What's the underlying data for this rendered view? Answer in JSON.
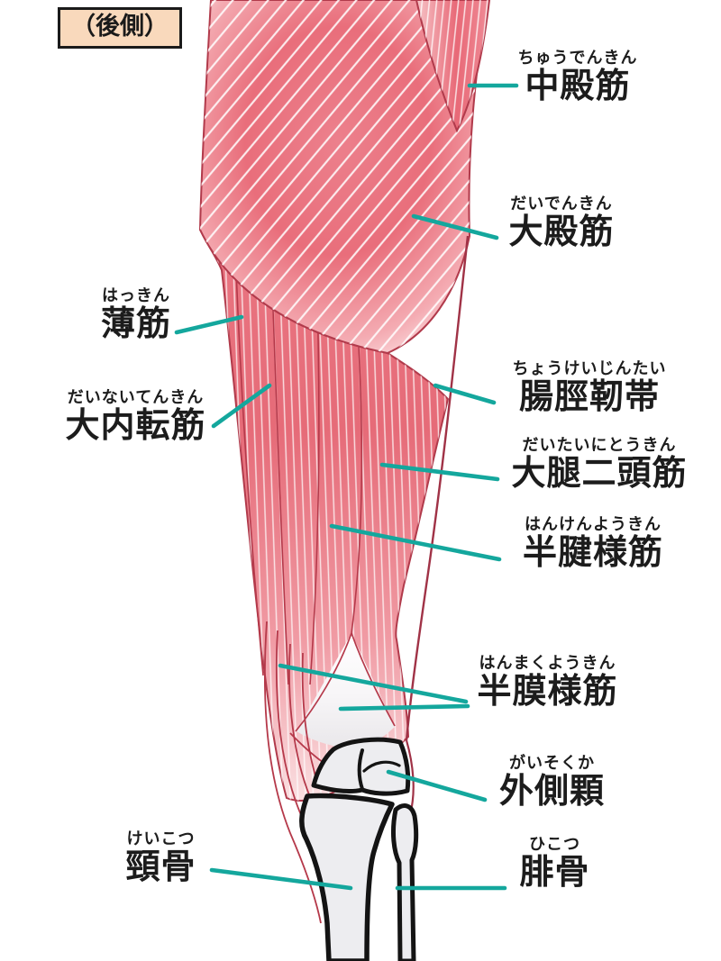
{
  "figure": {
    "title_tag": "（後側）",
    "view": "posterior-leg-muscle-diagram"
  },
  "colors": {
    "pointer_line": "#14a79d",
    "muscle_outline": "#b13a4b",
    "muscle_mid": "#e96e7b",
    "muscle_light": "#f6b6bc",
    "bone_fill": "#ededf0",
    "bone_outline": "#141414",
    "tag_bg": "#f9d9bc",
    "text": "#1c1c1c"
  },
  "labels": [
    {
      "id": "gluteus-medius",
      "furigana": "ちゅうでんきん",
      "kanji": "中殿筋"
    },
    {
      "id": "gluteus-maximus",
      "furigana": "だいでんきん",
      "kanji": "大殿筋"
    },
    {
      "id": "gracilis",
      "furigana": "はっきん",
      "kanji": "薄筋"
    },
    {
      "id": "adductor-magnus",
      "furigana": "だいないてんきん",
      "kanji": "大内転筋"
    },
    {
      "id": "iliotibial-band",
      "furigana": "ちょうけいじんたい",
      "kanji": "腸脛靭帯"
    },
    {
      "id": "biceps-femoris",
      "furigana": "だいたいにとうきん",
      "kanji": "大腿二頭筋"
    },
    {
      "id": "semitendinosus",
      "furigana": "はんけんようきん",
      "kanji": "半腱様筋"
    },
    {
      "id": "semimembranosus",
      "furigana": "はんまくようきん",
      "kanji": "半膜様筋"
    },
    {
      "id": "lateral-condyle",
      "furigana": "がいそくか",
      "kanji": "外側顆"
    },
    {
      "id": "tibia",
      "furigana": "けいこつ",
      "kanji": "頸骨"
    },
    {
      "id": "fibula",
      "furigana": "ひこつ",
      "kanji": "腓骨"
    }
  ]
}
